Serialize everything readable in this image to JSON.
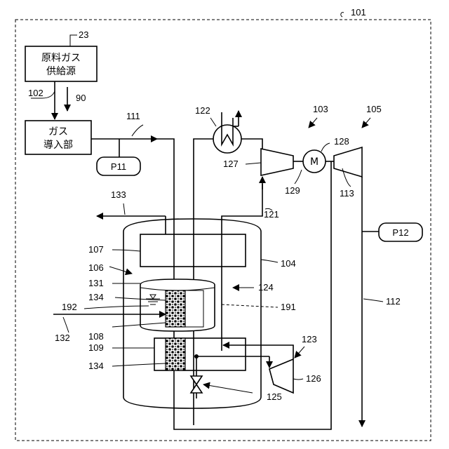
{
  "refs": {
    "system": "101",
    "raw_gas_source": "23",
    "gas_inlet": "102",
    "raw_gas_flow": "90",
    "supply_line": "111",
    "heat_exchanger": "122",
    "compressor_unit": "103",
    "expander_unit": "105",
    "motor": "128",
    "compressor": "127",
    "compressor_inlet": "129",
    "expander": "113",
    "compressed_line": "121",
    "exhaust_line": "133",
    "upper_block": "107",
    "vessel": "104",
    "reactor_unit": "106",
    "tank": "131",
    "inner_space": "124",
    "adsorbent_upper": "134",
    "interface": "191",
    "tank_inlet": "192",
    "inlet_line": "132",
    "liquid": "108",
    "lower_block": "109",
    "expansion_unit": "123",
    "adsorbent_lower": "134",
    "turbine": "126",
    "valve": "125",
    "product_line": "112"
  },
  "labels": {
    "raw_gas_source_line1": "原料ガス",
    "raw_gas_source_line2": "供給源",
    "gas_inlet_line1": "ガス",
    "gas_inlet_line2": "導入部",
    "pressure_1": "P11",
    "pressure_2": "P12",
    "motor": "M"
  }
}
